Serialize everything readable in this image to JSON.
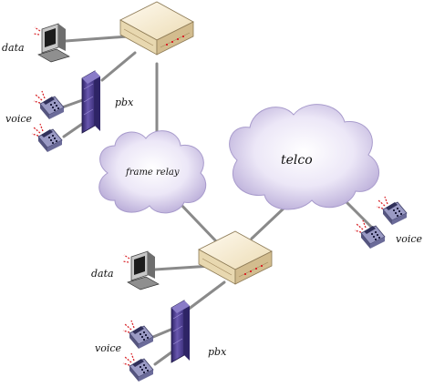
{
  "diagram": {
    "labels": {
      "data_top": "data",
      "voice_top": "voice",
      "pbx_top": "pbx",
      "frame_relay": "frame relay",
      "telco": "telco",
      "data_bottom": "data",
      "voice_bottom": "voice",
      "pbx_bottom": "pbx",
      "voice_right": "voice"
    },
    "colors": {
      "cloud_fill": "#f3f0fa",
      "cloud_shade": "#b9acd8",
      "mux_top": "#f7ecce",
      "mux_side": "#d9c49b",
      "pbx_body": "#5a4a9a",
      "pbx_dark": "#2e2466",
      "link": "#8a8a8a",
      "terminal_body": "#bfbfbf",
      "terminal_screen": "#1c1c1c",
      "phone_body": "#7c7cae",
      "signal_red": "#d9262b"
    },
    "icons": [
      "mux-box",
      "pbx-cabinet",
      "computer-terminal",
      "telephone",
      "cloud"
    ]
  }
}
